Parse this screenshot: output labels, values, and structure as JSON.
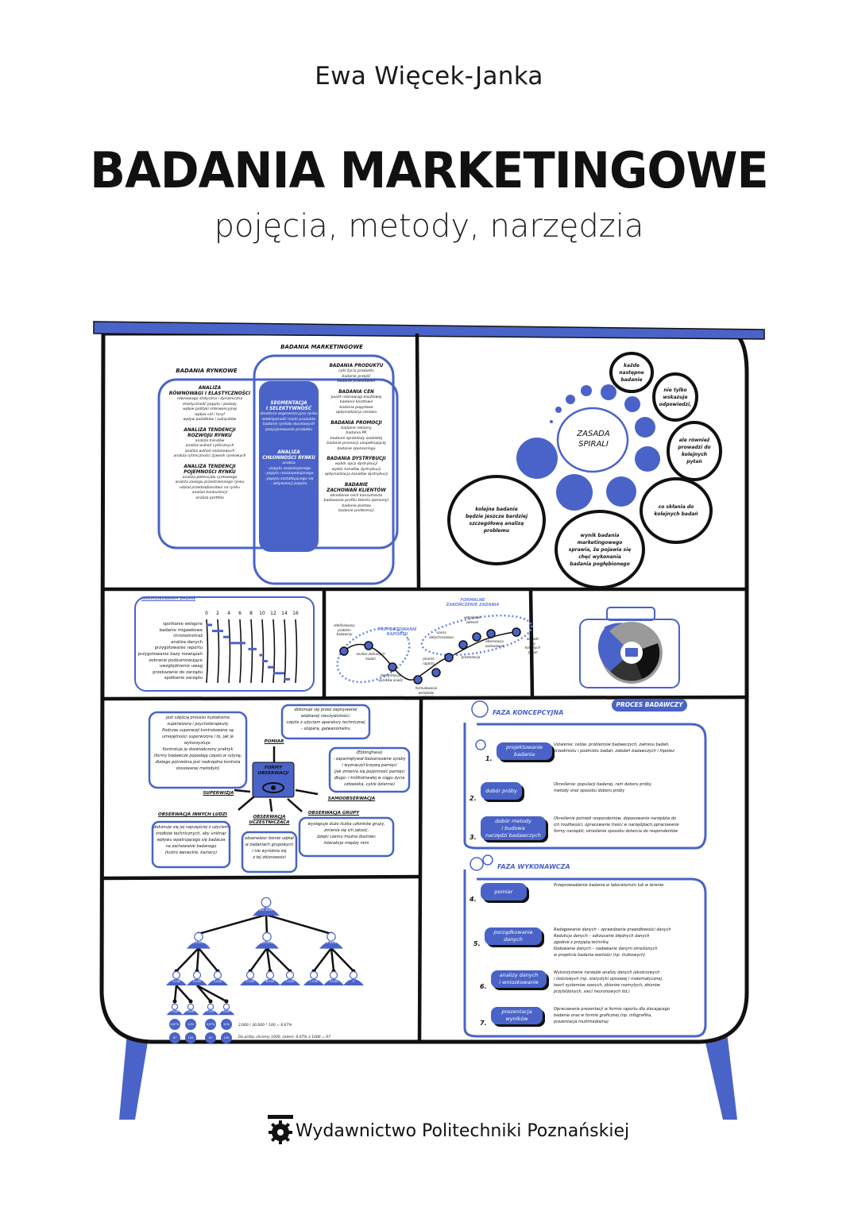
{
  "author": "Ewa Więcek-Janka",
  "title": "BADANIA MARKETINGOWE",
  "subtitle": "pojęcia, metody, narzędzia",
  "publisher": "Wydawnictwo Politechniki Poznańskiej",
  "colors": {
    "accent": "#4a63c8",
    "ink": "#111111"
  },
  "venn": {
    "title": "BADANIA MARKETINGOWE",
    "left_title": "BADANIA RYNKOWE",
    "left": [
      {
        "h": "ANALIZA\nRÓWNOWAGI I ELASTYCZNOŚCI",
        "t": "równowaga statyczna i dynamiczna\nelastyczność popytu i podaży\nwpływ polityki interwencyjnej\nwpływ ceł i taryf\nwpływ podatków i subsydiów"
      },
      {
        "h": "ANALIZA TENDENCJI\nROZWOJU RYNKU",
        "t": "analiza trendów\nanaliza wahań cyklicznych\nanaliza wahań sezonowych\nanaliza rytmiczności zjawisk rynkowych"
      },
      {
        "h": "ANALIZA TENDENCJI\nPOJEMNOŚCI RYNKU",
        "t": "analiza potencjału rynkowego\nanaliza zasięgu przestrzennego rynku\nudział przedsiębiorstwa na rynku\nanaliza konkurencji\nanaliza portfela"
      }
    ],
    "center": [
      {
        "h": "SEGMENTACJA\nI SELEKTYWNOŚĆ",
        "t": "struktura segmentacyjna rynku\nselektywność marki produktu\nbadanie rynków docelowych\npozycjonowanie produktu"
      },
      {
        "h": "ANALIZA\nCHŁONNOŚCI RYNKU",
        "t": "analiza\n- popytu zaspokojonego\n- popytu niezaspokojonego\n- popytu kształtującego się\n- aktywizacji popytu"
      }
    ],
    "right": [
      {
        "h": "BADANIA PRODUKTU",
        "t": "cykl życia produktu\nbadanie przejść\nbadanie przestawień"
      },
      {
        "h": "BADANIA CEN",
        "t": "punkt równowagi kosztowej\nbadania kosztowe\nbadania popytowe\noptymalizacja cenowa"
      },
      {
        "h": "BADANIA PROMOCJI",
        "t": "badanie reklamy\nbadania PR\nbadanie sprzedaży osobistej\nbadanie promocji uzupełniającej\nbadanie sponsoringu"
      },
      {
        "h": "BADANIA DYSTRYBUCJI",
        "t": "wybór opcji dystrybucji\nwybór kanałów dystrybucji\noptymalizacja kanałów dystrybucji"
      },
      {
        "h": "BADANIE\nZACHOWAŃ KLIENTÓW",
        "t": "określenie cech konsumenta\nbadowanie profilu klienta (persony)\nbadanie postaw\nbadanie preferencji"
      }
    ]
  },
  "spiral": {
    "center": "ZASADA\nSPIRALI",
    "bubbles": [
      "każde\nnastępne\nbadanie",
      "nie tylko\nwskazuje\nodpowiedzi,",
      "ale również\nprowadzi do\nkolejnych\npytań",
      "co skłania do\nkolejnych badań",
      "wynik badania\nmarketingowego\nsprawia, że pojawia się\nchęć wykonania\nbadania pogłębionego",
      "kolejne badanie\nbędzie jeszcze bardziej\nszczegółową analizą\nproblemu"
    ]
  },
  "gantt": {
    "title": "HARMONOGRAM BADAŃ",
    "ticks": [
      "0",
      "2",
      "4",
      "6",
      "8",
      "10",
      "12",
      "14",
      "16"
    ],
    "xlim": [
      0,
      16
    ],
    "tasks": [
      {
        "name": "spotkanie wstępne",
        "start": 0,
        "end": 1
      },
      {
        "name": "badanie migawkowe",
        "start": 1,
        "end": 3
      },
      {
        "name": "chronometraż",
        "start": 3,
        "end": 4
      },
      {
        "name": "analiza danych",
        "start": 4,
        "end": 7
      },
      {
        "name": "przygotowanie raportu",
        "start": 7.5,
        "end": 9
      },
      {
        "name": "przygotowanie bazy rozwiązań",
        "start": 9.5,
        "end": 10
      },
      {
        "name": "zebranie podsumowujące",
        "start": 10,
        "end": 11
      },
      {
        "name": "uwzględnienie uwag",
        "start": 11,
        "end": 12
      },
      {
        "name": "przekazanie do zarządu",
        "start": 12,
        "end": 14
      },
      {
        "name": "spotkanie zarządu",
        "start": 14,
        "end": 15
      }
    ]
  },
  "path": {
    "group1": "PRZYGOTOWANIE\nRAPORTU",
    "group2": "FORMALNE\nZAKOŃCZENIE ZADANIA",
    "steps": [
      "zdefiniowany\nproblem\nbadawczy",
      "analiza zebranych\nbadań",
      "interpretacja\nwyników analiz",
      "formułowanie\nwniosków\ni zaleceń",
      "pisanie\nraportu",
      "prezentacja",
      "ocena\ndotychczasowa",
      "wdrażanie\nzaleceń",
      "obserwacja\nzastosowań",
      "wnioski\ndla\nkolejnych\nzadań"
    ]
  },
  "observation": {
    "center": "FORMY\nOBSERWACJI",
    "supervision_text": "jest częścią procesu kształcenia\nsuperwizora i psychoterapeuty\nPodczas superwizji kontrolowane są\numiejętności superwizora i to, jak je\nwykorzystuje.\nKontroluje je doświadczony praktyk\n(formy badawcze popadają często w rutynę,\ndlatego potrzebna jest nadrzędna kontrola\nstosowanej metodyki)",
    "measure_text": "dokonuje się przez zapisywanie\nwidzianej rzeczywistości,\nczęsto z użyciem aparatury technicznej\n- stopera, galwanometru",
    "self_text": "(Ebbinghaus)\n- zapamiętywał bezsensowne sylaby\ni wyznaczył krzywą pamięci\n(jak zmienia się pojemność pamięci\ndługo- i krótkotrwałej w ciągu życia\nczłowieka, cykle dzienne)",
    "labels": {
      "measure": "POMIAR",
      "supervision": "SUPERWIZJA",
      "self": "SAMOOBSERWACJA",
      "others": "OBSERWACJA INNYCH LUDZI",
      "participant": "OBSERWACJA\nUCZESTNICZĄCA",
      "group": "OBSERWACJA GRUPY"
    },
    "others_text": "dokonuje się jej najczęściej z użyciem\nśrodków technicznych, aby uniknąć\nwpływu wpatrującego się badacza\nna zachowanie badanego\n(lustro weneckie, kamery)",
    "participant_text": "obserwator bierze udział\nw zadaniach grupowych\ni nie wyróżnia się\nz tej zbiorowości",
    "group_text": "występuje dużo liczba członków grupy,\nzmienia się ich jakość,\ndzięki czemu można dostrzec\ninterakcje między nimi"
  },
  "tree": {
    "root": "50.000",
    "level1": [
      "15.000",
      "10.000",
      "5.000"
    ],
    "level2": [
      "5.000",
      "5.000",
      "5.000",
      "1.000",
      "8.000",
      "1.000",
      "1.000",
      "4.000",
      "0"
    ],
    "level3": [
      "2.000",
      "3.000",
      "2.000",
      "3.000"
    ],
    "pct": [
      "6,67%",
      "10%",
      "6,67%",
      "10%"
    ],
    "count": [
      "67",
      "100",
      "67",
      "100"
    ],
    "formula1": "2.000 / 30.000 * 100 = 6,67%",
    "formula2": "Do próby chcemy 1000, zatem: 6,67% x 1000 = 67"
  },
  "process": {
    "title": "PROCES BADAWCZY",
    "phase1": "FAZA KONCEPCYJNA",
    "phase2": "FAZA WYKONAWCZA",
    "steps": [
      {
        "n": "1.",
        "label": "projektowanie\nbadania",
        "desc": "Ustalenie: celów, problemów badawczych, zakresu badań,\nprzedmiotu i podmiotu badań, założeń badawczych i hipotez"
      },
      {
        "n": "2.",
        "label": "dobór próby",
        "desc": "Określenie: populacji badanej, ram doboru próby,\nmetody oraz sposobu doboru próby"
      },
      {
        "n": "3.",
        "label": "dobór metody\ni budowa\nnarzędzi badawczych",
        "desc": "Określenie potrzeb respondentów, dopasowanie narzędzia do\nich możliwości, opracowanie treści w narzędziach,opracowanie\nformy narzędzi, określenie sposobu dotarcia do respondentów"
      },
      {
        "n": "4.",
        "label": "pomiar",
        "desc": "Przeprowadzenie badania w laboratorium lub w terenie"
      },
      {
        "n": "5.",
        "label": "porządkowanie\ndanych",
        "desc": "Redagowanie danych – sprawdzanie prawidłowości danych\nRedukcja danych – odrzucanie błędnych danych\nzgodnie z przyjętą techniką\nKodowanie danych – nadawanie danym określonych\nw projekcie badania wartości (np. liczbowych)"
      },
      {
        "n": "6.",
        "label": "analizy danych\ni wnioskowanie",
        "desc": "Wykorzystanie narzędzi analizy danych jakościowych\ni ilościowych (np. statystyki opisowej i matematycznej,\nteorii systemów szarych, zbiorów rozmytych, zbiorów\nprzybliżonych, sieci neuronowych itd.)"
      },
      {
        "n": "7.",
        "label": "prezentacja\nwyników",
        "desc": "Opracowanie prezentacji w formie raportu dla zlecającego\nbadanie oraz w formie graficznej (np. infografika,\nprezentacja multimedialna)"
      }
    ]
  }
}
